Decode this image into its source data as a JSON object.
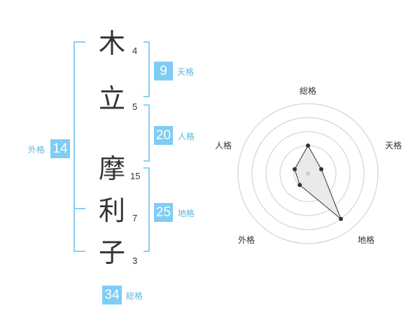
{
  "name": {
    "chars": [
      {
        "char": "木",
        "strokes": 4
      },
      {
        "char": "立",
        "strokes": 5
      },
      {
        "char": "摩",
        "strokes": 15
      },
      {
        "char": "利",
        "strokes": 7
      },
      {
        "char": "子",
        "strokes": 3
      }
    ]
  },
  "grids": {
    "tenkaku": {
      "label": "天格",
      "value": 9
    },
    "jinkaku": {
      "label": "人格",
      "value": 20
    },
    "chikaku": {
      "label": "地格",
      "value": 25
    },
    "gaikaku": {
      "label": "外格",
      "value": 14
    },
    "soukaku": {
      "label": "総格",
      "value": 34
    }
  },
  "colors": {
    "accent": "#7dcdf5",
    "accent_text": "#5ab8e6",
    "bracket": "#8ad0f4",
    "ink": "#333333",
    "radar_ring": "#cccccc",
    "radar_fill": "#e6e6e6",
    "radar_line": "#333333"
  },
  "chart_data": {
    "type": "radar",
    "axes": [
      "総格",
      "天格",
      "地格",
      "外格",
      "人格"
    ],
    "values": [
      2,
      1,
      4,
      1,
      1
    ],
    "rmax": 5,
    "rings": 5,
    "grid": true
  }
}
